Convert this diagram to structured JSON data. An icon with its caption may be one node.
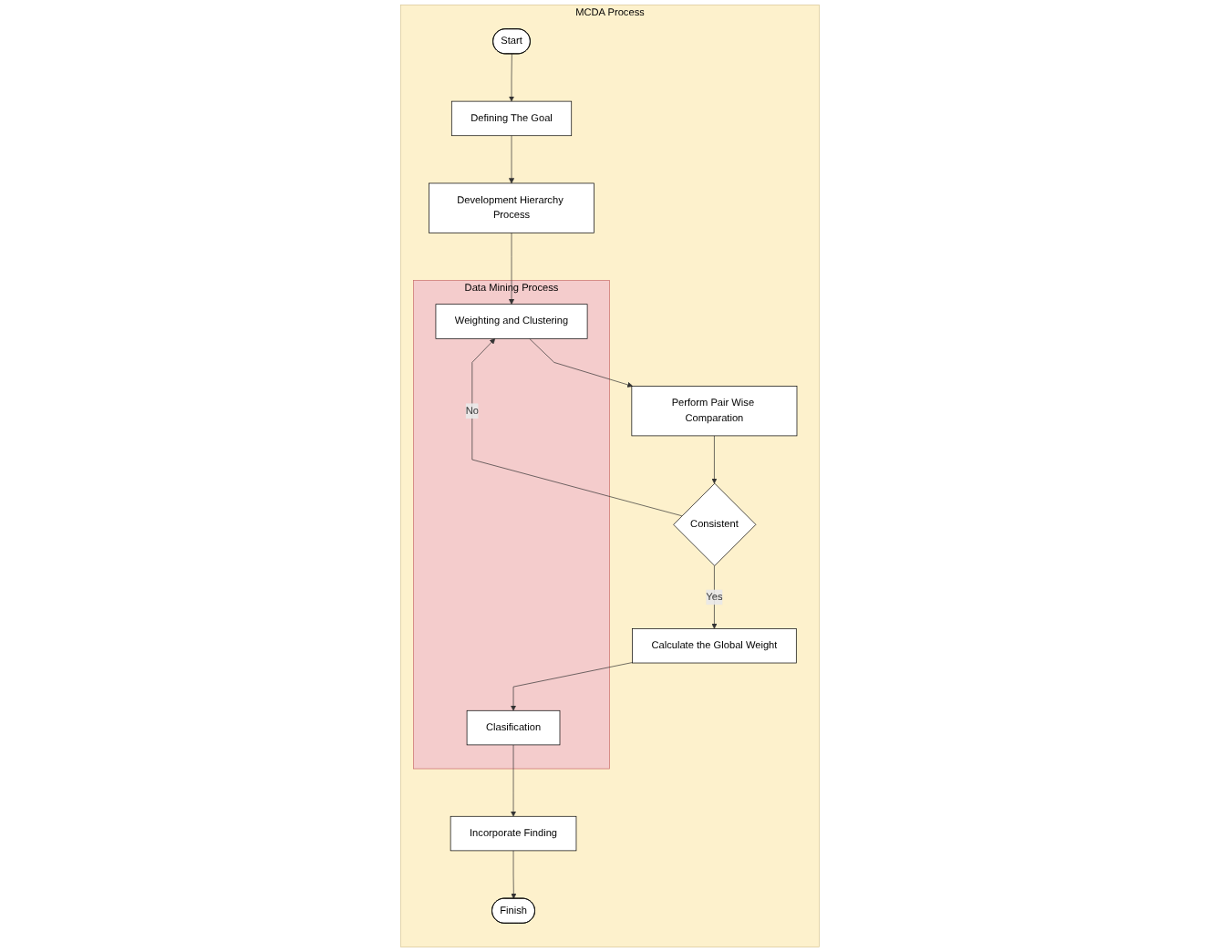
{
  "diagram": {
    "nodes": [
      {
        "text": [
          "MCDA Process"
        ]
      },
      {
        "text": [
          "Start"
        ],
        "in": 0
      },
      {
        "text": [
          "Defining The Goal"
        ],
        "in": 0
      },
      {
        "text": [
          "Development Hierarchy Process"
        ],
        "in": 0
      },
      {
        "text": [
          "Data Mining Process"
        ],
        "in": 0
      },
      {
        "text": [
          "Weighting and Clustering"
        ],
        "in": 4
      },
      {
        "text": [
          "Clasification"
        ],
        "in": 4
      },
      {
        "text": [
          "Perform Pair Wise Comparation"
        ],
        "in": 0
      },
      {
        "text": [
          "Consistent"
        ],
        "in": 0
      },
      {
        "text": [
          "Calculate the Global Weight"
        ],
        "in": 0
      },
      {
        "text": [
          "Incorporate Finding"
        ],
        "in": 0
      },
      {
        "text": [
          "Finish"
        ],
        "in": 0
      }
    ],
    "edges": [
      {
        "from": 1,
        "to": 2,
        "arrow": "to"
      },
      {
        "from": 2,
        "to": 3,
        "arrow": "to"
      },
      {
        "from": 3,
        "to": 5,
        "arrow": "to"
      },
      {
        "from": 5,
        "to": 7,
        "arrow": "to"
      },
      {
        "from": 7,
        "to": 8,
        "arrow": "to"
      },
      {
        "from": 8,
        "to": 5,
        "label": "No",
        "arrow": "to"
      },
      {
        "from": 8,
        "to": 9,
        "label": "Yes",
        "arrow": "to"
      },
      {
        "from": 9,
        "to": 6,
        "arrow": "to"
      },
      {
        "from": 6,
        "to": 10,
        "arrow": "to"
      },
      {
        "from": 10,
        "to": 11,
        "arrow": "to"
      }
    ]
  }
}
